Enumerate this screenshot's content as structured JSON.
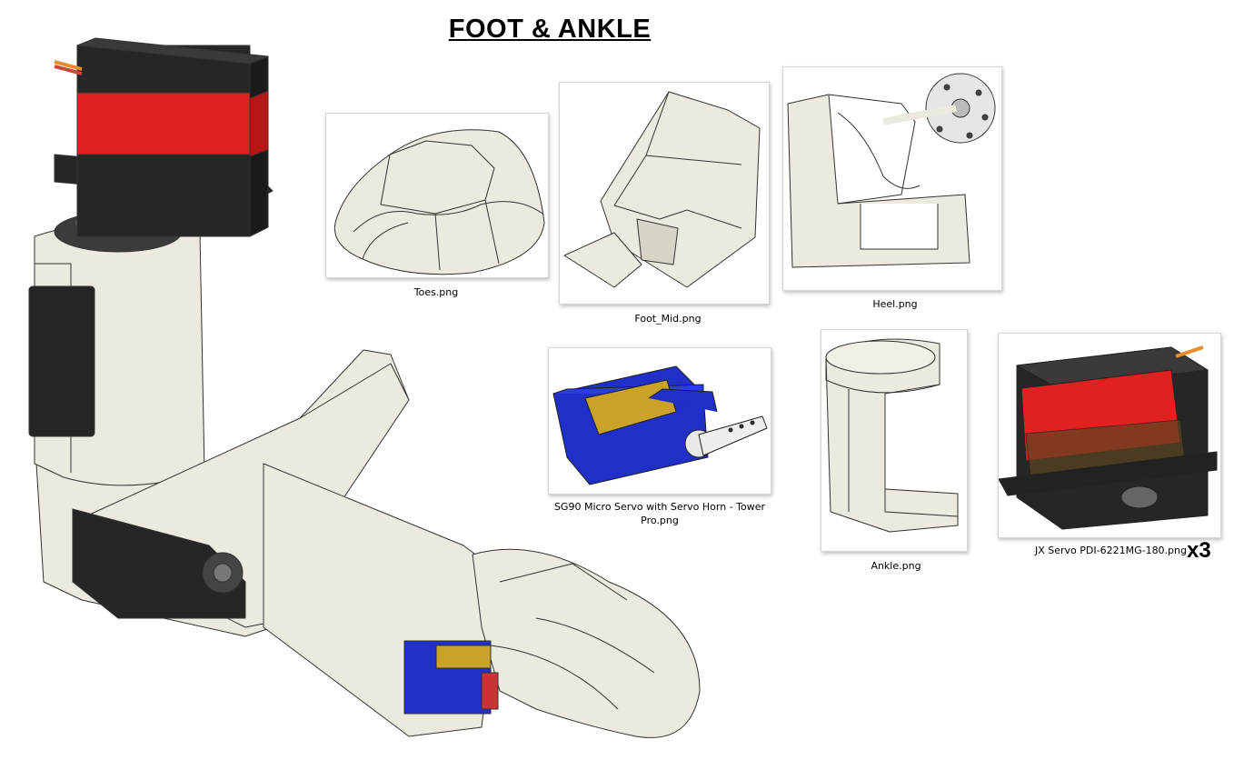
{
  "title": "FOOT & ANKLE",
  "parts": [
    {
      "name": "Toes.png"
    },
    {
      "name": "Foot_Mid.png"
    },
    {
      "name": "Heel.png"
    },
    {
      "name": "SG90 Micro Servo with Servo Horn - Tower Pro.png"
    },
    {
      "name": "Ankle.png"
    },
    {
      "name": "JX Servo PDI-6221MG-180.png",
      "quantity": "x3"
    }
  ],
  "colors": {
    "plastic": "#ece9df",
    "servo_red": "#e0211f",
    "servo_black": "#222222",
    "micro_servo_blue": "#1f2fc8",
    "outline": "#333333"
  }
}
